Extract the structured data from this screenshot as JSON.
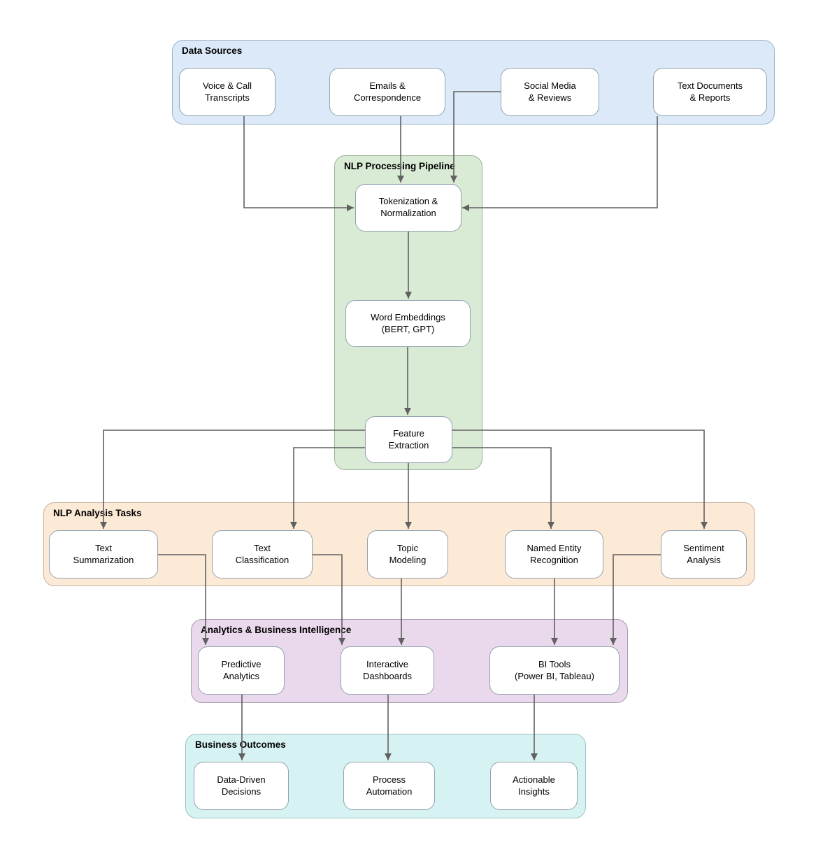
{
  "groups": [
    {
      "title": "Data Sources",
      "fill": "#dbe9f8",
      "stroke": "#9db4c6",
      "nodes": [
        {
          "label": "Voice & Call\nTranscripts"
        },
        {
          "label": "Emails &\nCorrespondence"
        },
        {
          "label": "Social Media\n& Reviews"
        },
        {
          "label": "Text Documents\n& Reports"
        }
      ]
    },
    {
      "title": "NLP Processing Pipeline",
      "fill": "#daebd5",
      "stroke": "#9cb098",
      "nodes": [
        {
          "label": "Tokenization &\nNormalization"
        },
        {
          "label": "Word Embeddings\n(BERT, GPT)"
        },
        {
          "label": "Feature\nExtraction"
        }
      ]
    },
    {
      "title": "NLP Analysis Tasks",
      "fill": "#fcead7",
      "stroke": "#c2b3a0",
      "nodes": [
        {
          "label": "Text\nSummarization"
        },
        {
          "label": "Text\nClassification"
        },
        {
          "label": "Topic\nModeling"
        },
        {
          "label": "Named Entity\nRecognition"
        },
        {
          "label": "Sentiment\nAnalysis"
        }
      ]
    },
    {
      "title": "Analytics & Business Intelligence",
      "fill": "#ead9ec",
      "stroke": "#a99bb0",
      "nodes": [
        {
          "label": "Predictive\nAnalytics"
        },
        {
          "label": "Interactive\nDashboards"
        },
        {
          "label": "BI Tools\n(Power BI, Tableau)"
        }
      ]
    },
    {
      "title": "Business Outcomes",
      "fill": "#d7f2f3",
      "stroke": "#9cc2c8",
      "nodes": [
        {
          "label": "Data-Driven\nDecisions"
        },
        {
          "label": "Process\nAutomation"
        },
        {
          "label": "Actionable\nInsights"
        }
      ]
    }
  ],
  "colors": {
    "node_fill": "#ffffff",
    "node_stroke": "#92a2ae",
    "connector": "#616161"
  },
  "edges": [
    {
      "from": "Voice & Call Transcripts",
      "to": "Tokenization & Normalization"
    },
    {
      "from": "Emails & Correspondence",
      "to": "Tokenization & Normalization"
    },
    {
      "from": "Social Media & Reviews",
      "to": "Tokenization & Normalization"
    },
    {
      "from": "Text Documents & Reports",
      "to": "Tokenization & Normalization"
    },
    {
      "from": "Tokenization & Normalization",
      "to": "Word Embeddings (BERT, GPT)"
    },
    {
      "from": "Word Embeddings (BERT, GPT)",
      "to": "Feature Extraction"
    },
    {
      "from": "Feature Extraction",
      "to": "Text Summarization"
    },
    {
      "from": "Feature Extraction",
      "to": "Text Classification"
    },
    {
      "from": "Feature Extraction",
      "to": "Topic Modeling"
    },
    {
      "from": "Feature Extraction",
      "to": "Named Entity Recognition"
    },
    {
      "from": "Feature Extraction",
      "to": "Sentiment Analysis"
    },
    {
      "from": "Text Summarization",
      "to": "Predictive Analytics"
    },
    {
      "from": "Text Classification",
      "to": "Interactive Dashboards"
    },
    {
      "from": "Topic Modeling",
      "to": "Interactive Dashboards"
    },
    {
      "from": "Named Entity Recognition",
      "to": "BI Tools (Power BI, Tableau)"
    },
    {
      "from": "Sentiment Analysis",
      "to": "BI Tools (Power BI, Tableau)"
    },
    {
      "from": "Predictive Analytics",
      "to": "Data-Driven Decisions"
    },
    {
      "from": "Interactive Dashboards",
      "to": "Process Automation"
    },
    {
      "from": "BI Tools (Power BI, Tableau)",
      "to": "Actionable Insights"
    }
  ]
}
